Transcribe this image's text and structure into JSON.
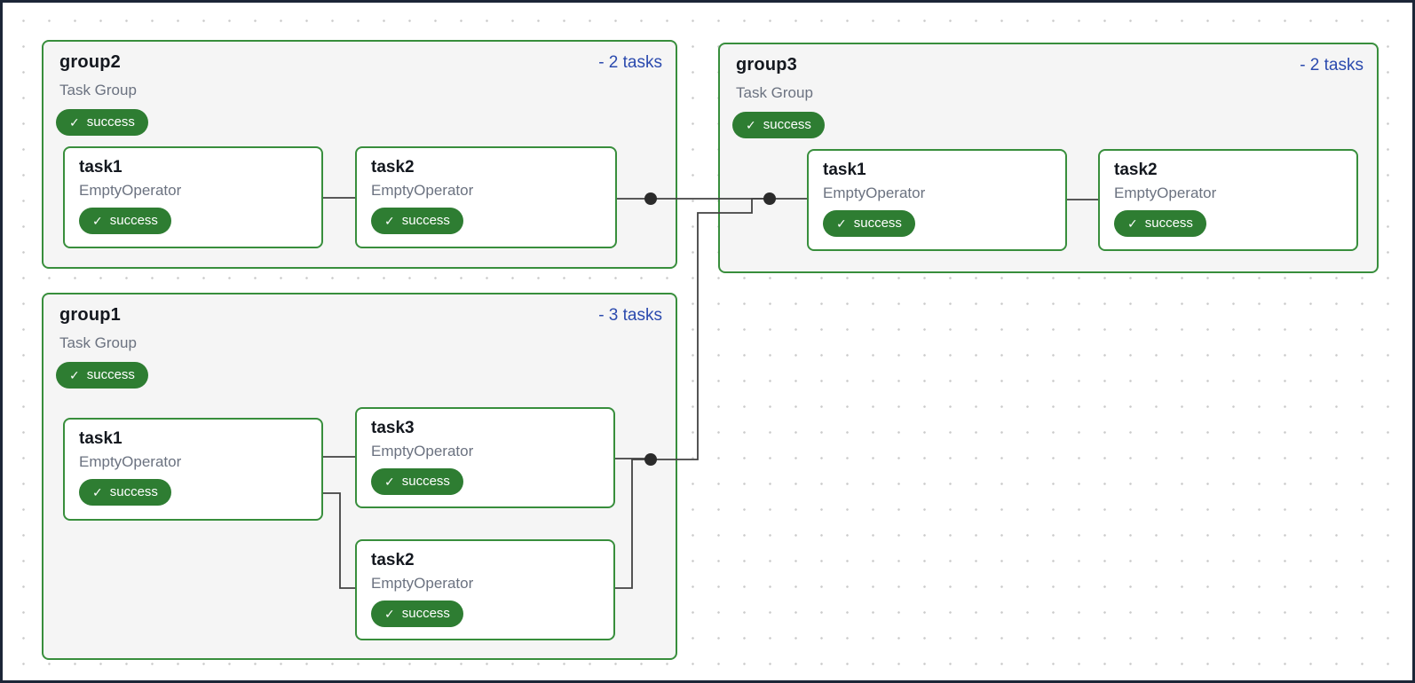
{
  "icons": {
    "check": "✓"
  },
  "colors": {
    "green_border": "#388e3c",
    "green_badge": "#2e7d32",
    "blue_link": "#2b4aae",
    "frame": "#1c2637"
  },
  "groups": [
    {
      "id": "group2",
      "title": "group2",
      "subtitle": "Task Group",
      "status": "success",
      "collapse_label": "- 2 tasks",
      "tasks": [
        {
          "title": "task1",
          "subtitle": "EmptyOperator",
          "status": "success"
        },
        {
          "title": "task2",
          "subtitle": "EmptyOperator",
          "status": "success"
        }
      ]
    },
    {
      "id": "group3",
      "title": "group3",
      "subtitle": "Task Group",
      "status": "success",
      "collapse_label": "- 2 tasks",
      "tasks": [
        {
          "title": "task1",
          "subtitle": "EmptyOperator",
          "status": "success"
        },
        {
          "title": "task2",
          "subtitle": "EmptyOperator",
          "status": "success"
        }
      ]
    },
    {
      "id": "group1",
      "title": "group1",
      "subtitle": "Task Group",
      "status": "success",
      "collapse_label": "- 3 tasks",
      "tasks": [
        {
          "title": "task1",
          "subtitle": "EmptyOperator",
          "status": "success"
        },
        {
          "title": "task3",
          "subtitle": "EmptyOperator",
          "status": "success"
        },
        {
          "title": "task2",
          "subtitle": "EmptyOperator",
          "status": "success"
        }
      ]
    }
  ]
}
